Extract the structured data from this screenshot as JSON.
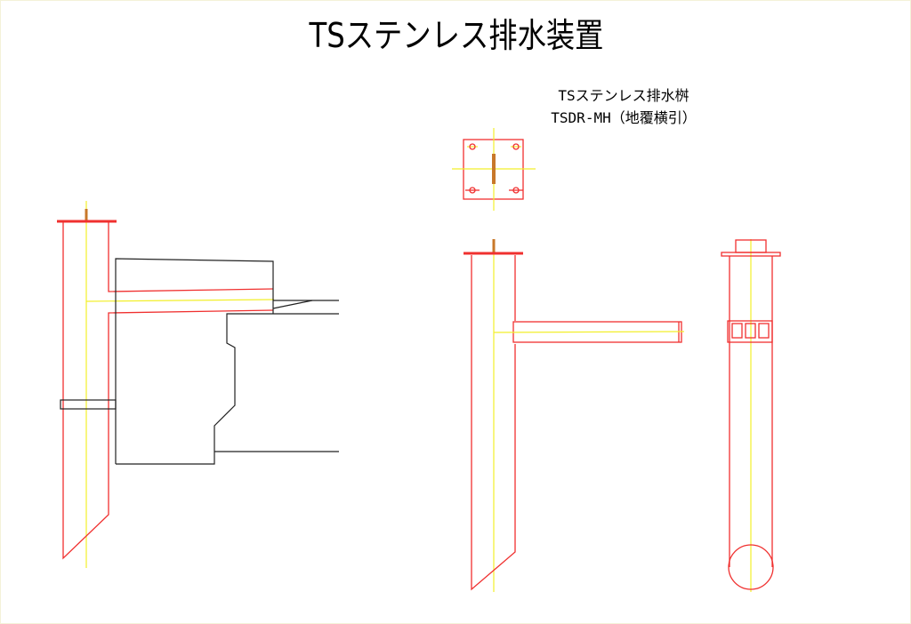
{
  "title": "TSステンレス排水装置",
  "product": {
    "name": "TSステンレス排水桝",
    "model": "TSDR-MH（地覆横引）"
  },
  "colors": {
    "outline": "#f0302f",
    "centerline": "#f2ef2a",
    "structure": "#222222",
    "bolt": "#c8782a"
  }
}
